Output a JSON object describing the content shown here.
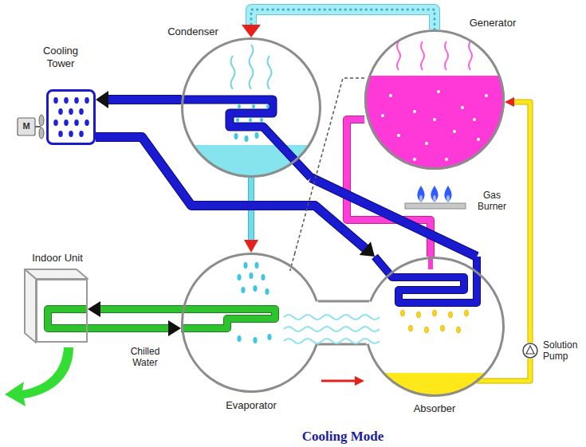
{
  "diagram": {
    "caption": "Cooling Mode",
    "nodes": [
      {
        "text": [
          "Cooling Tower"
        ]
      },
      {
        "text": [
          "Condenser"
        ]
      },
      {
        "text": [
          "Generator"
        ]
      },
      {
        "text": [
          "Indoor Unit"
        ]
      },
      {
        "text": [
          "Evaporator"
        ]
      },
      {
        "text": [
          "Absorber"
        ]
      },
      {
        "text": [
          "Solution Pump"
        ]
      }
    ],
    "edges": [
      {
        "from": 2,
        "to": 1,
        "arrow": "to"
      },
      {
        "from": 1,
        "to": 4,
        "arrow": "to"
      },
      {
        "from": 4,
        "to": 5,
        "arrow": "to"
      },
      {
        "from": 5,
        "to": 6,
        "arrow": "none"
      },
      {
        "from": 6,
        "to": 2,
        "arrow": "to"
      },
      {
        "from": 2,
        "to": 5,
        "arrow": "none"
      },
      {
        "from": 1,
        "to": 0,
        "arrow": "to"
      },
      {
        "from": 0,
        "to": 5,
        "arrow": "to"
      },
      {
        "from": 5,
        "to": 1,
        "arrow": "none"
      },
      {
        "from": 4,
        "to": 3,
        "arrow": "to"
      },
      {
        "from": 3,
        "to": 4,
        "arrow": "to"
      },
      {
        "from": 2,
        "to": 4,
        "arrow": "none"
      }
    ],
    "labels": [
      "M",
      "Gas Burner",
      "Chilled Water"
    ]
  }
}
